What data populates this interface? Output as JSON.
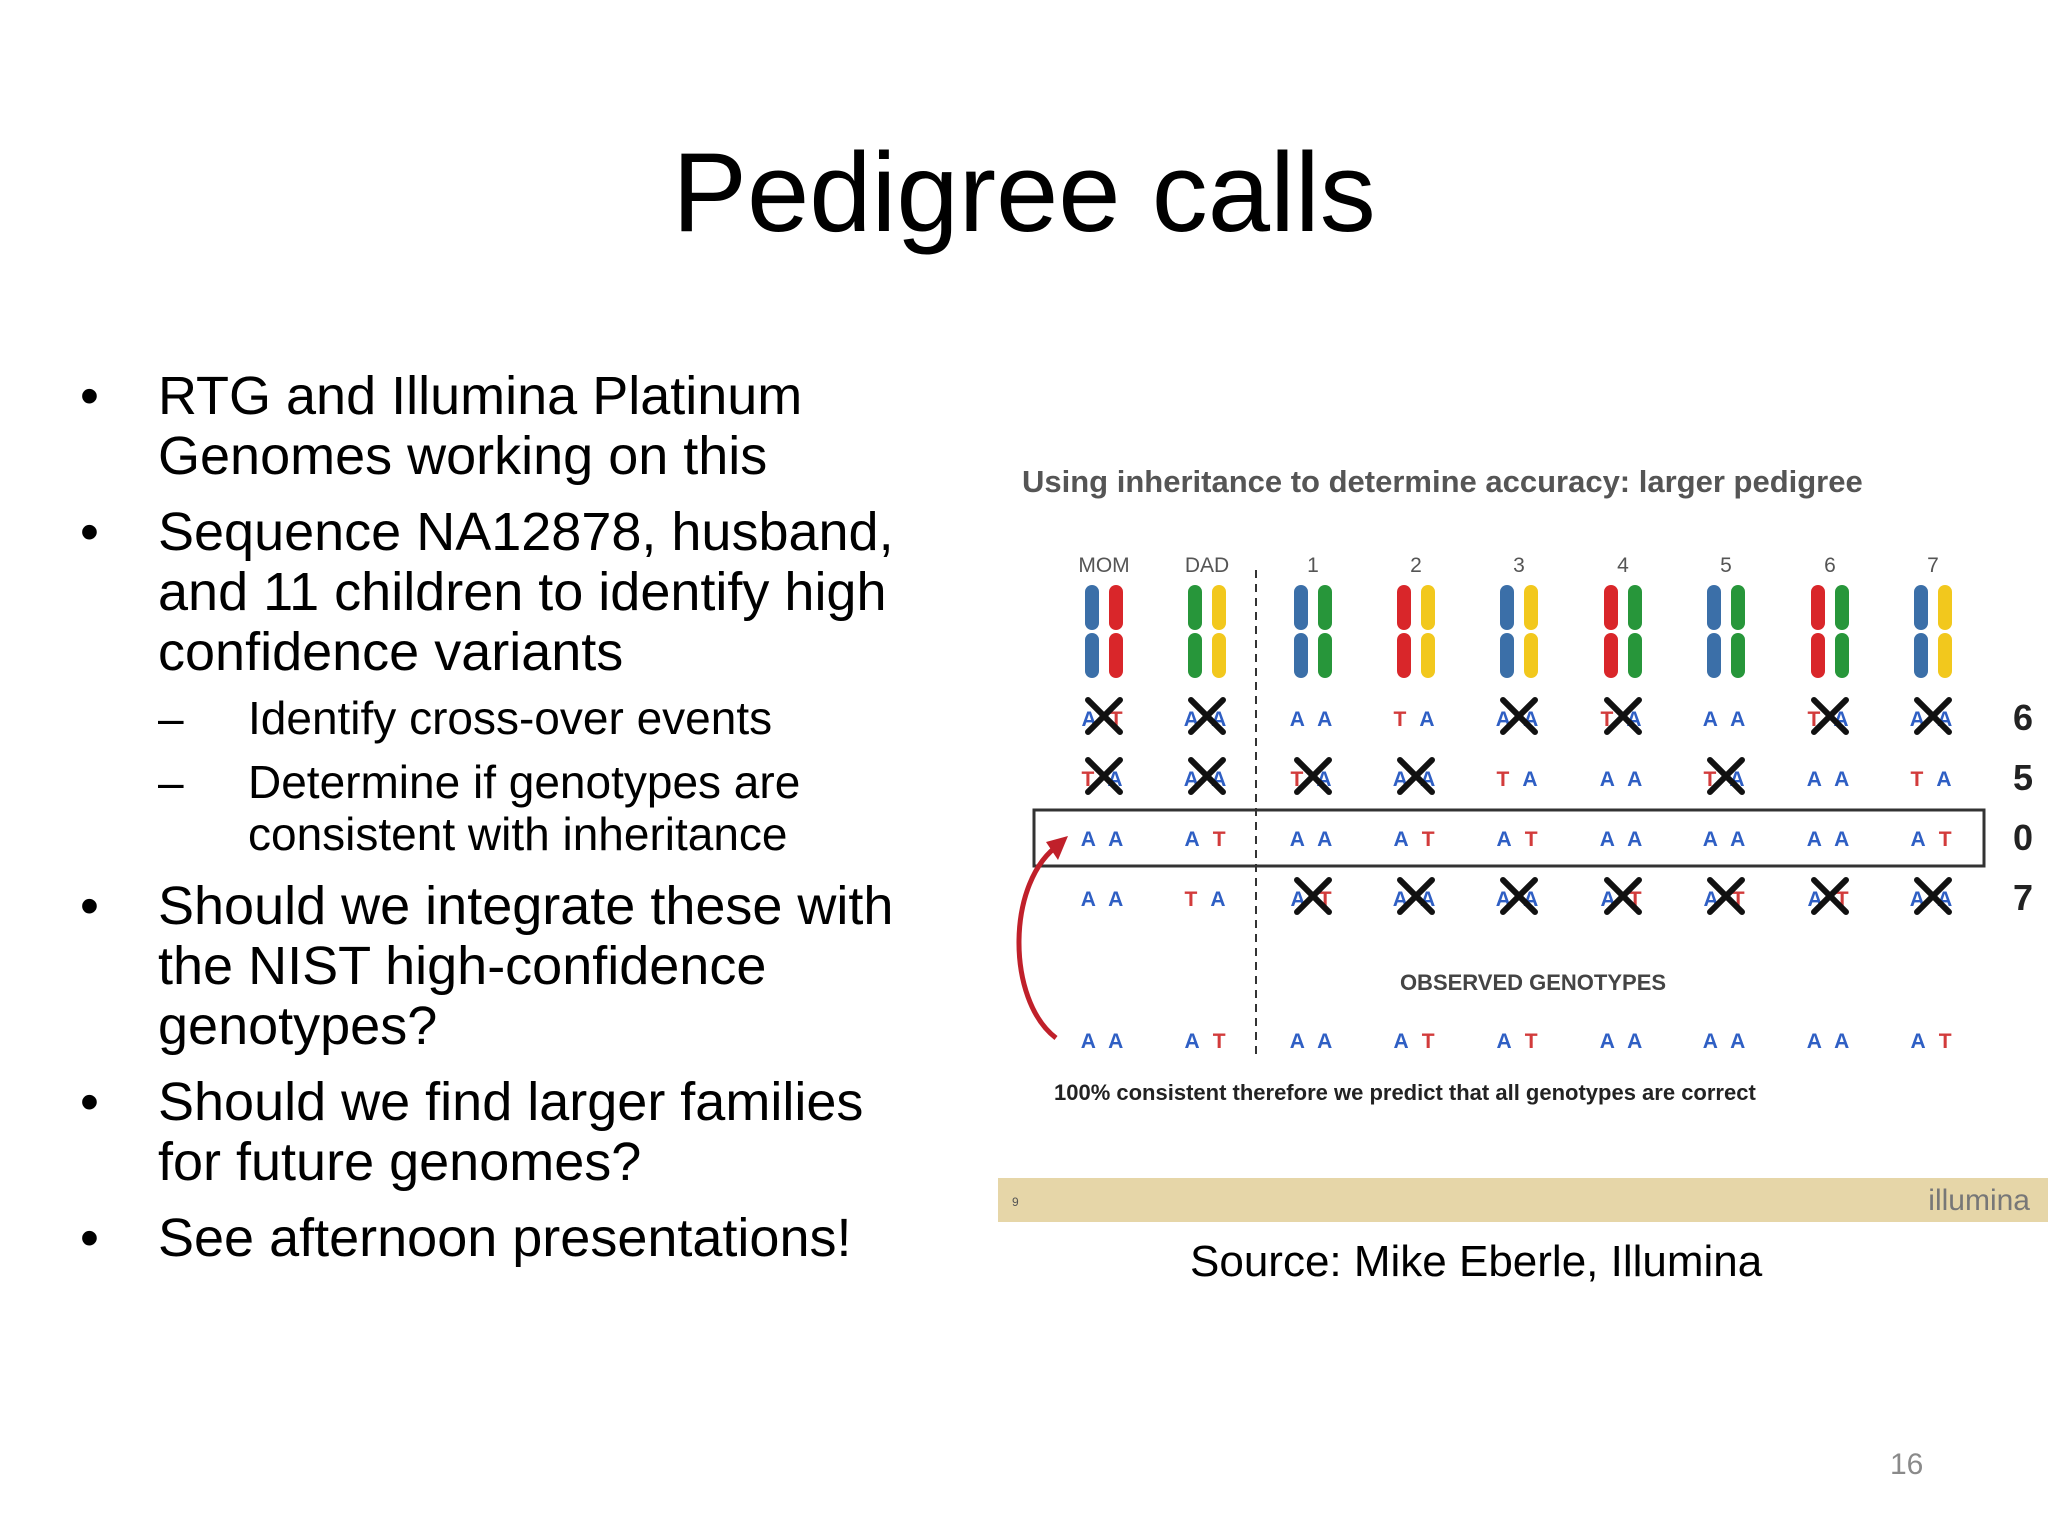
{
  "slide": {
    "title": "Pedigree calls",
    "bullets": [
      "RTG and Illumina Platinum Genomes working on this",
      "Sequence NA12878, husband, and 11 children to identify high confidence variants",
      "Should we integrate these with the NIST high-confidence genotypes?",
      "Should we find larger families for future genomes?",
      "See afternoon presentations!"
    ],
    "sub_bullets": [
      "Identify cross-over events",
      "Determine if genotypes are consistent with inheritance"
    ],
    "source": "Source: Mike Eberle, Illumina",
    "page_number": "16"
  },
  "figure": {
    "title": "Using inheritance to determine accuracy: larger pedigree",
    "members": [
      "MOM",
      "DAD",
      "1",
      "2",
      "3",
      "4",
      "5",
      "6",
      "7"
    ],
    "chromosome_colors": {
      "blue": "#3b6fa8",
      "red": "#d9262a",
      "green": "#27963a",
      "yellow": "#f2c81d"
    },
    "chromosomes": [
      [
        "blue",
        "red"
      ],
      [
        "green",
        "yellow"
      ],
      [
        "blue",
        "green"
      ],
      [
        "red",
        "yellow"
      ],
      [
        "blue",
        "yellow"
      ],
      [
        "red",
        "green"
      ],
      [
        "blue",
        "green"
      ],
      [
        "red",
        "green"
      ],
      [
        "blue",
        "yellow"
      ]
    ],
    "rows": [
      {
        "count": "6",
        "genotypes": [
          "A T",
          "A A",
          "A A",
          "T A",
          "A A",
          "T A",
          "A A",
          "T A",
          "A A"
        ],
        "crossed": [
          true,
          true,
          false,
          false,
          true,
          true,
          false,
          true,
          true
        ]
      },
      {
        "count": "5",
        "genotypes": [
          "T A",
          "A A",
          "T A",
          "A A",
          "T A",
          "A A",
          "T A",
          "A A",
          "T A"
        ],
        "crossed": [
          true,
          true,
          true,
          true,
          false,
          false,
          true,
          false,
          false
        ]
      },
      {
        "count": "0",
        "genotypes": [
          "A A",
          "A T",
          "A A",
          "A T",
          "A T",
          "A A",
          "A A",
          "A A",
          "A T"
        ],
        "crossed": [
          false,
          false,
          false,
          false,
          false,
          false,
          false,
          false,
          false
        ]
      },
      {
        "count": "7",
        "genotypes": [
          "A A",
          "T A",
          "A T",
          "A A",
          "A A",
          "A T",
          "A T",
          "A T",
          "A A"
        ],
        "crossed": [
          false,
          false,
          true,
          true,
          true,
          true,
          true,
          true,
          true
        ]
      }
    ],
    "observed_label": "OBSERVED GENOTYPES",
    "observed": [
      "A A",
      "A T",
      "A A",
      "A T",
      "A T",
      "A A",
      "A A",
      "A A",
      "A T"
    ],
    "conclusion": "100% consistent therefore we predict that all genotypes are correct",
    "footer_page": "9",
    "footer_brand": "illumina",
    "allele_colors": {
      "A": "#2f5fc4",
      "T": "#d23b3b"
    },
    "highlight_color": "#c0202a",
    "footer_color": "#e6d6a8"
  }
}
